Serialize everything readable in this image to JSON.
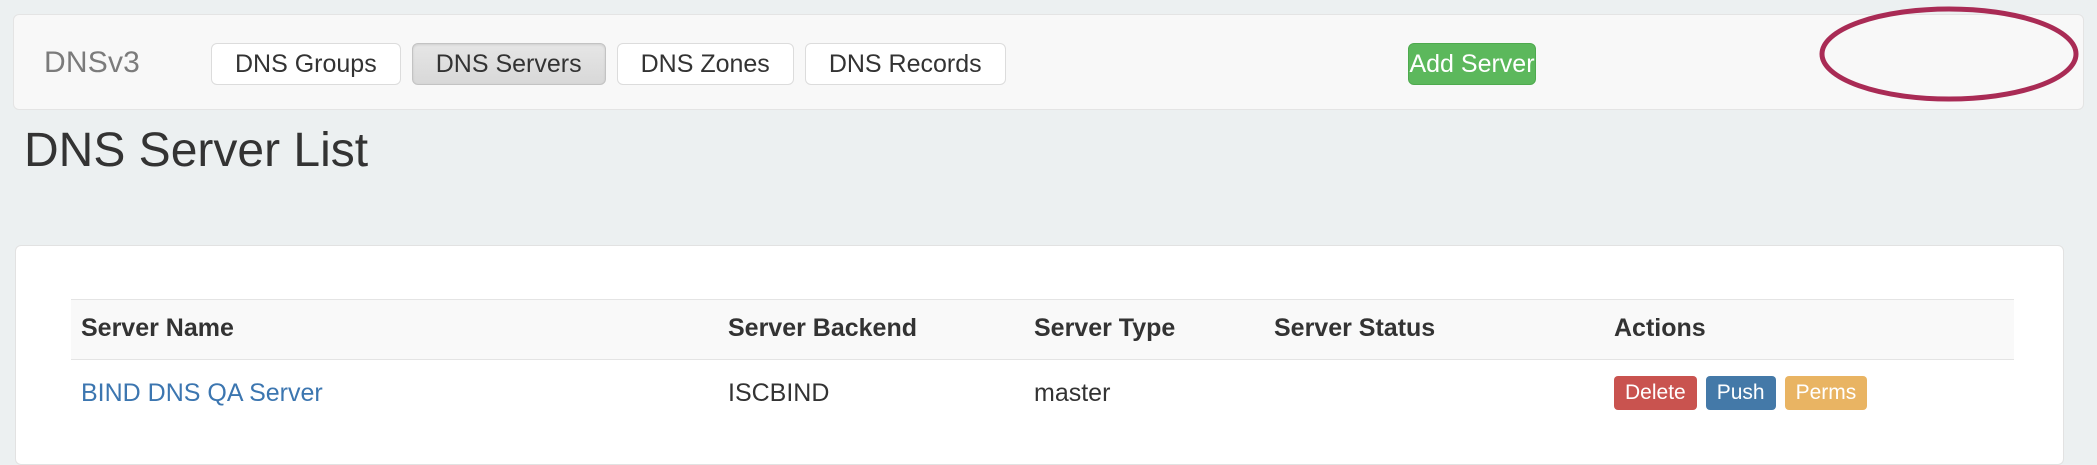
{
  "navbar": {
    "brand": "DNSv3",
    "items": [
      {
        "label": "DNS Groups",
        "active": false
      },
      {
        "label": "DNS Servers",
        "active": true
      },
      {
        "label": "DNS Zones",
        "active": false
      },
      {
        "label": "DNS Records",
        "active": false
      }
    ],
    "add_server_label": "Add Server",
    "add_server_color": "#5CB85C"
  },
  "annotation": {
    "shape": "ellipse",
    "target": "add-server-button",
    "stroke_color": "#A92B55"
  },
  "main": {
    "title": "DNS Server List",
    "table": {
      "columns": [
        "Server Name",
        "Server Backend",
        "Server Type",
        "Server Status",
        "Actions"
      ],
      "rows": [
        {
          "server_name": "BIND DNS QA Server",
          "server_backend": "ISCBIND",
          "server_type": "master",
          "server_status": "",
          "actions": [
            {
              "label": "Delete",
              "color": "#C9534F"
            },
            {
              "label": "Push",
              "color": "#4479A8"
            },
            {
              "label": "Perms",
              "color": "#E9B463"
            }
          ]
        }
      ]
    }
  }
}
